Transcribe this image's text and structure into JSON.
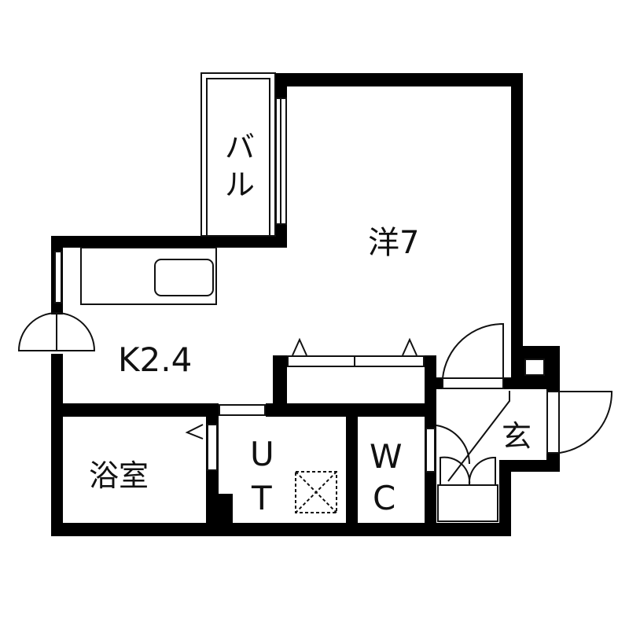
{
  "floorplan": {
    "rooms": {
      "western": "洋7",
      "kitchen": "K2.4",
      "balcony_top": "バ",
      "balcony_bottom": "ル",
      "bath": "浴室",
      "utility_top": "U",
      "utility_bottom": "T",
      "toilet_top": "W",
      "toilet_bottom": "C",
      "entrance": "玄"
    },
    "colors": {
      "wall": "#000000",
      "background": "#ffffff",
      "line": "#111111"
    }
  }
}
